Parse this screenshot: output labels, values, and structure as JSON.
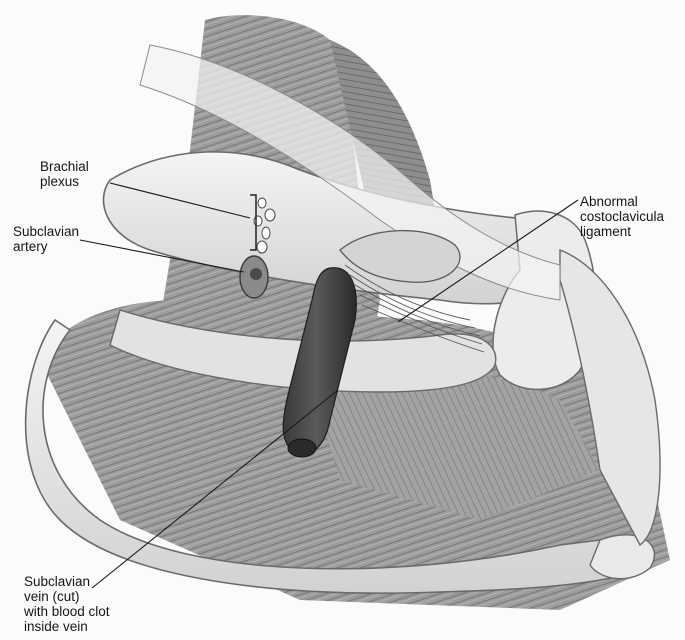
{
  "labels": {
    "brachial_plexus": [
      "Brachial",
      "plexus"
    ],
    "subclavian_artery": [
      "Subclavian",
      "artery"
    ],
    "abnormal_ligament": [
      "Abnormal",
      "costoclavicula",
      "ligament"
    ],
    "subclavian_vein": [
      "Subclavian",
      "vein (cut)",
      "with blood clot",
      "inside vein"
    ]
  }
}
